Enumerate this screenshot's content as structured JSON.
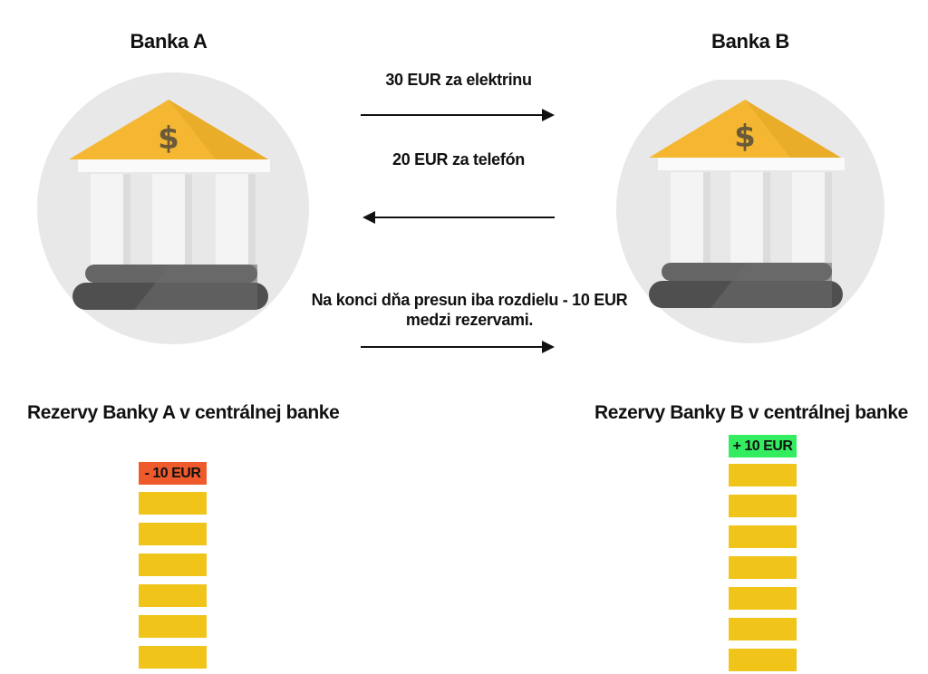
{
  "bank_a": {
    "title": "Banka A",
    "currency_symbol": "$"
  },
  "bank_b": {
    "title": "Banka B",
    "currency_symbol": "$"
  },
  "flows": {
    "top": {
      "label": "30 EUR za elektrinu",
      "direction": "right"
    },
    "middle": {
      "label": "20 EUR za telefón",
      "direction": "left"
    },
    "bottom": {
      "label_line1": "Na konci dňa presun iba rozdielu - 10 EUR",
      "label_line2": "medzi rezervami.",
      "direction": "right"
    }
  },
  "reserves_a": {
    "title": "Rezervy Banky A v centrálnej banke",
    "badge": "- 10 EUR",
    "badge_color": "#ee5a2c",
    "block_count": 6
  },
  "reserves_b": {
    "title": "Rezervy Banky B v centrálnej banke",
    "badge": "+ 10 EUR",
    "badge_color": "#33ec60",
    "block_count": 7
  },
  "colors": {
    "block": "#f0c419",
    "roof": "#f5b731",
    "circle": "#e8e8e8",
    "column": "#f2f2f2",
    "base": "#5a5a5a"
  }
}
